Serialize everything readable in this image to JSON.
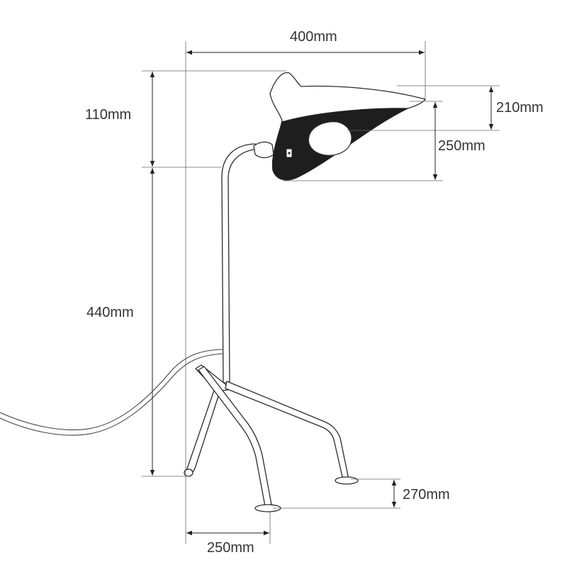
{
  "dimensions": {
    "overall_width": "400mm",
    "shade_top_height": "110mm",
    "shade_depth": "210mm",
    "shade_height": "250mm",
    "stem_height": "440mm",
    "foot_depth": "270mm",
    "base_width": "250mm"
  },
  "colors": {
    "line": "#2b2b2b",
    "shade_inner": "#1e1e1e",
    "text": "#333333"
  }
}
